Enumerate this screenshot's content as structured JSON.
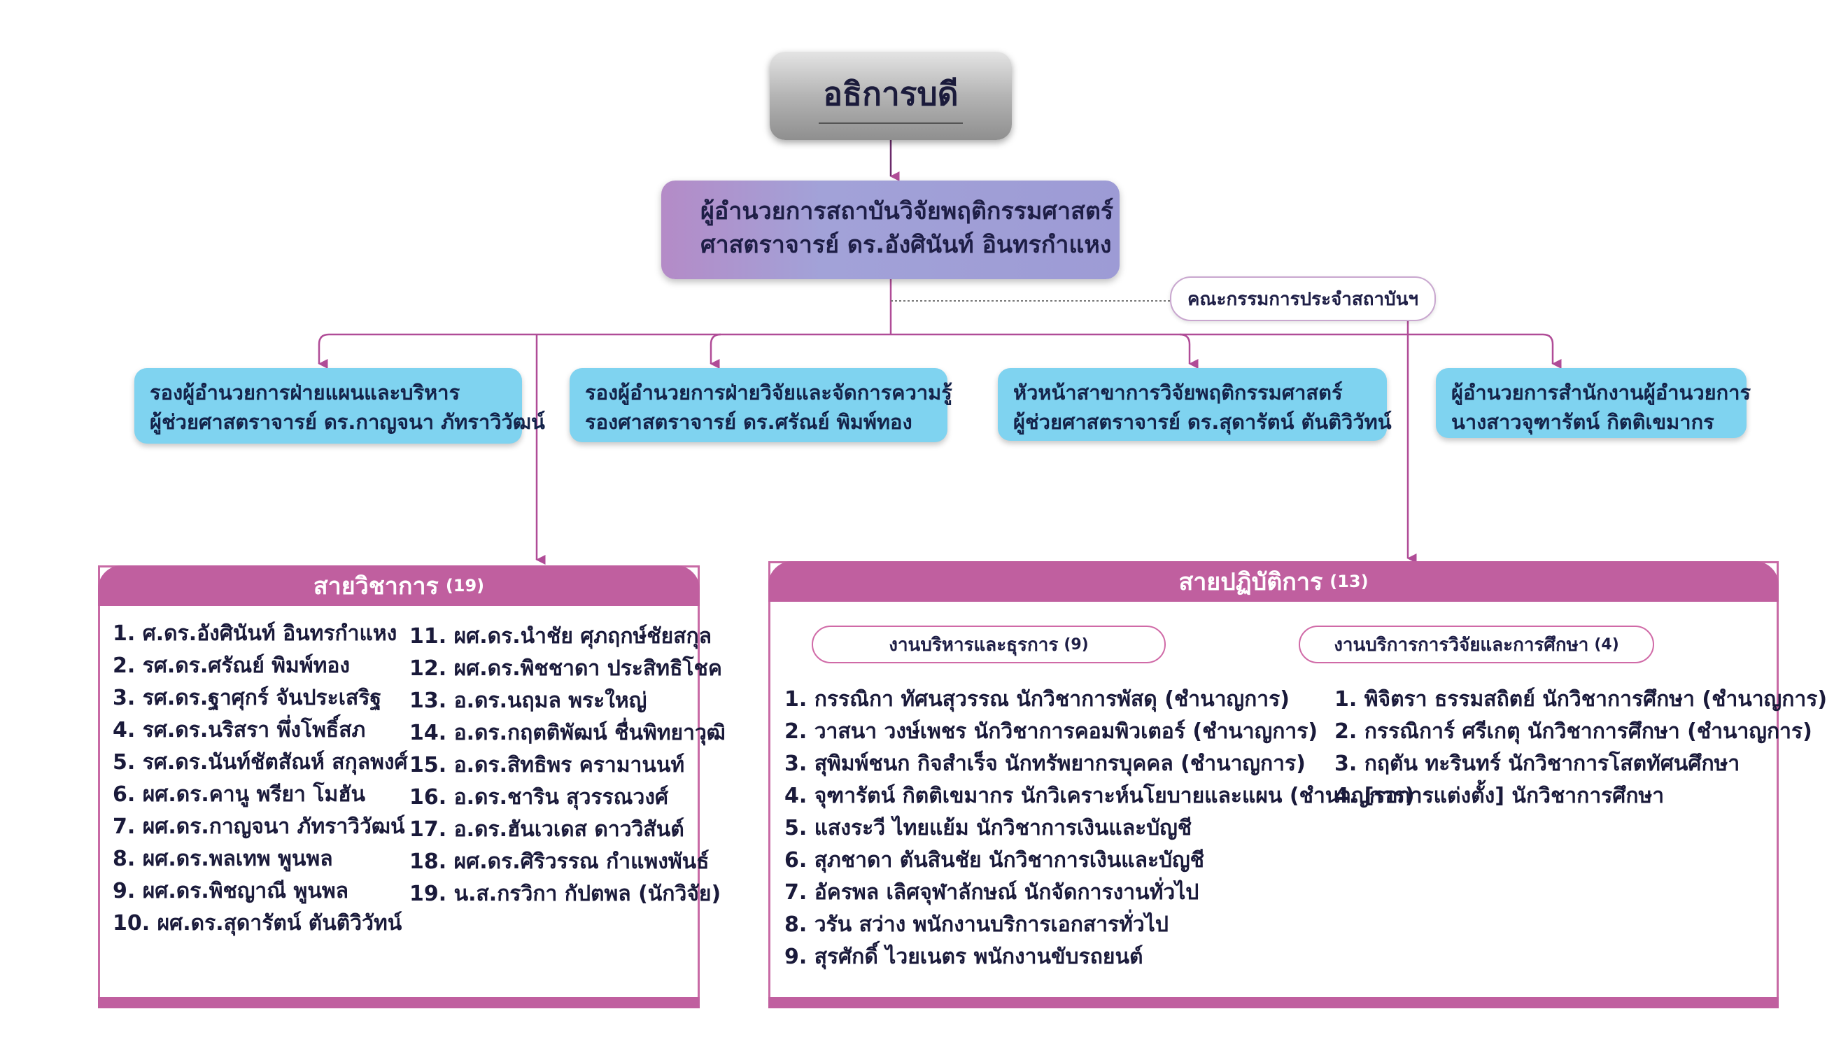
{
  "president": {
    "title": "อธิการบดี"
  },
  "director": {
    "position": "ผู้อำนวยการสถาบันวิจัยพฤติกรรมศาสตร์",
    "name": "ศาสตราจารย์ ดร.อังศินันท์ อินทรกำแหง"
  },
  "committee": {
    "label": "คณะกรรมการประจำสถาบันฯ"
  },
  "departments": [
    {
      "line1": "รองผู้อำนวยการฝ่ายแผนและบริหาร",
      "line2": "ผู้ช่วยศาสตราจารย์ ดร.กาญจนา ภัทราวิวัฒน์"
    },
    {
      "line1": "รองผู้อำนวยการฝ่ายวิจัยและจัดการความรู้",
      "line2": "รองศาสตราจารย์ ดร.ศรัณย์ พิมพ์ทอง"
    },
    {
      "line1": "หัวหน้าสาขาการวิจัยพฤติกรรมศาสตร์",
      "line2": "ผู้ช่วยศาสตราจารย์ ดร.สุดารัตน์ ตันติวิวัทน์"
    },
    {
      "line1": "ผู้อำนวยการสำนักงานผู้อำนวยการ",
      "line2": "นางสาวจุฑารัตน์ กิตติเขมากร"
    }
  ],
  "academic": {
    "title": "สายวิชาการ",
    "count": "(19)",
    "col1": [
      "1. ศ.ดร.อังศินันท์  อินทรกำแหง",
      "2. รศ.ดร.ศรัณย์  พิมพ์ทอง",
      "3. รศ.ดร.ฐาศุกร์  จันประเสริฐ",
      "4. รศ.ดร.นริสรา  พึ่งโพธิ์สภ",
      "5. รศ.ดร.นันท์ชัตสัณห์ สกุลพงศ์",
      "6. ผศ.ดร.คานู พรียา โมฮัน",
      "7. ผศ.ดร.กาญจนา  ภัทราวิวัฒน์",
      "8. ผศ.ดร.พลเทพ  พูนพล",
      "9. ผศ.ดร.พิชญาณี  พูนพล",
      "10. ผศ.ดร.สุดารัตน์  ตันติวิวัทน์"
    ],
    "col2": [
      "11. ผศ.ดร.นำชัย ศุภฤกษ์ชัยสกุล",
      "12. ผศ.ดร.พิชชาดา ประสิทธิโชค",
      "13. อ.ดร.นฤมล พระใหญ่",
      "14. อ.ดร.กฤตติพัฒน์ ชื่นพิทยาวุฒิ",
      "15. อ.ดร.สิทธิพร  ครามานนท์",
      "16. อ.ดร.ชาริน สุวรรณวงศ์",
      "17. อ.ดร.ฮันเวเดส ดาววิสันต์",
      "18. ผศ.ดร.ศิริวรรณ กำแพงพันธ์",
      "19. น.ส.กรวิกา  กัปตพล (นักวิจัย)"
    ]
  },
  "operations": {
    "title": "สายปฏิบัติการ",
    "count": "(13)",
    "admin": {
      "title": "งานบริหารและธุรการ",
      "count": "(9)",
      "items": [
        "1. กรรณิกา ทัศนสุวรรณ นักวิชาการพัสดุ (ชำนาญการ)",
        "2. วาสนา  วงษ์เพชร    นักวิชาการคอมพิวเตอร์ (ชำนาญการ)",
        "3. สุพิมพ์ชนก กิจสำเร็จ นักทรัพยากรบุคคล (ชำนาญการ)",
        "4. จุฑารัตน์  กิตติเขมากร  นักวิเคราะห์นโยบายและแผน (ชำนาญการ)",
        "5. แสงระวี  ไทยแย้ม   นักวิชาการเงินและบัญชี",
        "6. สุภชาดา  ตันสินชัย  นักวิชาการเงินและบัญชี",
        "7. อัครพล  เลิศจุฬาลักษณ์ นักจัดการงานทั่วไป",
        "8. วรัน สว่าง พนักงานบริการเอกสารทั่วไป",
        "9. สุรศักดิ์  ไวยเนตร  พนักงานขับรถยนต์"
      ]
    },
    "research": {
      "title": "งานบริการการวิจัยและการศึกษา",
      "count": "(4)",
      "items": [
        "1. พิจิตรา  ธรรมสถิตย์ นักวิชาการศึกษา (ชำนาญการ)",
        "2. กรรณิการ์  ศรีเกตุ นักวิชาการศึกษา  (ชำนาญการ)",
        "3. กฤตัน ทะรินทร์ นักวิชาการโสตทัศนศึกษา",
        "4. [รอการแต่งตั้ง] นักวิชาการศึกษา"
      ]
    }
  },
  "colors": {
    "connector": "#b04c97",
    "department_fill": "#7fd3f0",
    "panel_header": "#c05f9f",
    "director_fill": "#a2a2d8"
  }
}
